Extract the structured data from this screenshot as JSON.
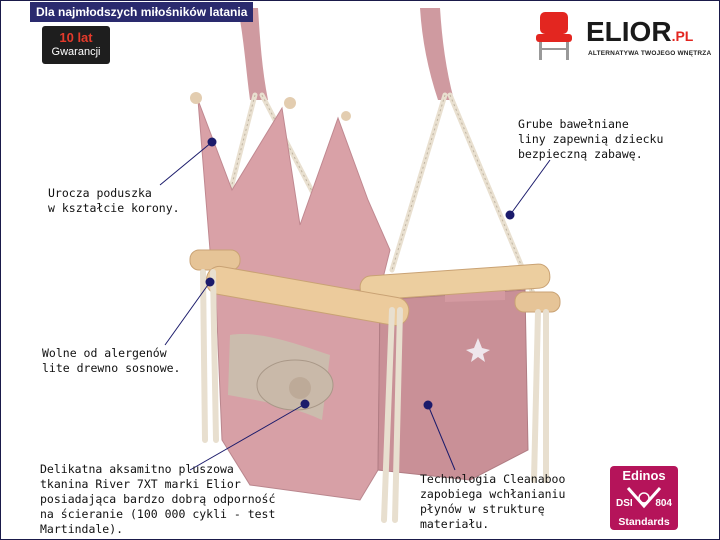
{
  "header": {
    "tagline": "Dla najmłodszych miłośników latania"
  },
  "warranty": {
    "years": "10 lat",
    "label": "Gwarancji"
  },
  "brand": {
    "name": "ELIOR",
    "suffix": ".PL",
    "slogan": "ALTERNATYWA TWOJEGO WNĘTRZA",
    "accent": "#e32620"
  },
  "features": [
    {
      "text_lines": [
        "Grube bawełniane",
        "liny zapewnią dziecku",
        "bezpieczną zabawę."
      ]
    },
    {
      "text_lines": [
        "Urocza poduszka",
        "w kształcie korony."
      ]
    },
    {
      "text_lines": [
        "Wolne od alergenów",
        "lite drewno sosnowe."
      ]
    },
    {
      "text_lines": [
        "Delikatna aksamitno pluszowa",
        "tkanina River 7XT marki Elior",
        "posiadająca bardzo dobrą odporność",
        "na ścieranie (100 000 cykli - test",
        "Martindale)."
      ]
    },
    {
      "text_lines": [
        "Technologia Cleanaboo",
        "zapobiega wchłanianiu",
        "płynów w strukturę",
        "materiału."
      ]
    }
  ],
  "certificate": {
    "name": "Edinos",
    "standard_left": "DSI",
    "standard_right": "804",
    "label": "Standards",
    "color": "#b5145a"
  },
  "colors": {
    "header_bg": "#2a2a6e",
    "pointer_dot": "#1b1b6b",
    "velvet": "#d9a3a8",
    "wood": "#e8c79a",
    "rope": "#ece4d6"
  }
}
